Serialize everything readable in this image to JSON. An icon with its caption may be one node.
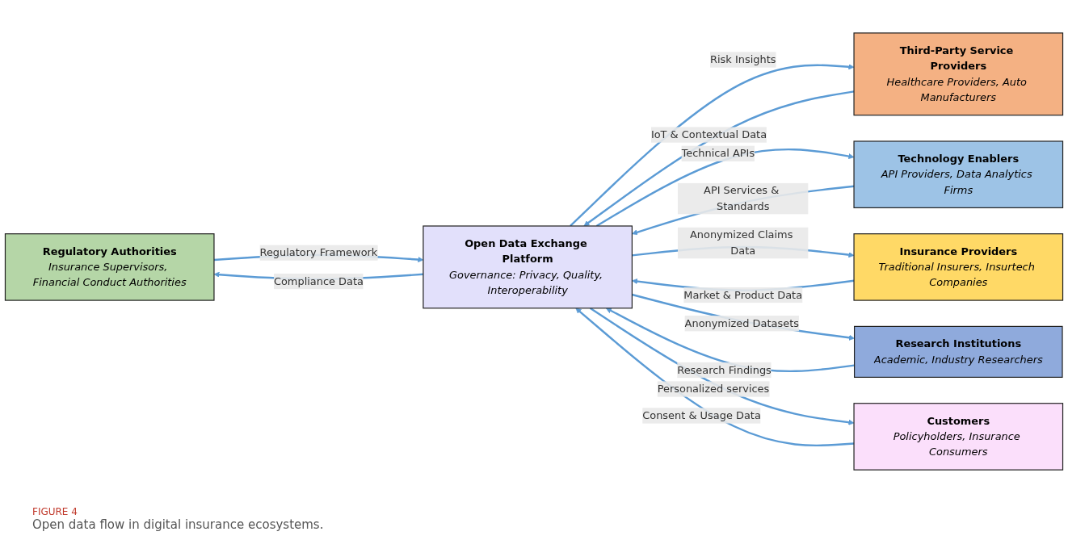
{
  "diagram": {
    "caption": "Open data flow in digital insurance ecosystems.",
    "nodes": [
      {
        "text": [
          "Regulatory Authorities",
          "Insurance Supervisors, Financial Conduct Authorities"
        ]
      },
      {
        "text": [
          "Insurance Providers",
          "Traditional Insurers, Insurtech Companies"
        ]
      },
      {
        "text": [
          "Third-Party Service Providers",
          "Healthcare Providers, Auto Manufacturers"
        ]
      },
      {
        "text": [
          "Open Data Exchange Platform",
          "Governance: Privacy, Quality, Interoperability"
        ]
      },
      {
        "text": [
          "Research Institutions",
          "Academic, Industry Researchers"
        ]
      },
      {
        "text": [
          "Technology Enablers",
          "API Providers, Data Analytics Firms"
        ]
      },
      {
        "text": [
          "Customers",
          "Policyholders, Insurance Consumers"
        ]
      }
    ],
    "edges": [
      {
        "from": 0,
        "to": 3,
        "label": "Regulatory Framework",
        "arrow": "to"
      },
      {
        "from": 3,
        "to": 0,
        "label": "Compliance Data",
        "arrow": "to"
      },
      {
        "from": 2,
        "to": 3,
        "label": "IoT & Contextual Data",
        "arrow": "to"
      },
      {
        "from": 3,
        "to": 2,
        "label": "Risk Insights",
        "arrow": "to"
      },
      {
        "from": 5,
        "to": 3,
        "label": "API Services & Standards",
        "arrow": "to"
      },
      {
        "from": 3,
        "to": 5,
        "label": "Technical APIs",
        "arrow": "to"
      },
      {
        "from": 3,
        "to": 1,
        "label": "Anonymized Claims Data",
        "arrow": "to"
      },
      {
        "from": 1,
        "to": 3,
        "label": "Market & Product Data",
        "arrow": "to"
      },
      {
        "from": 3,
        "to": 4,
        "label": "Anonymized Datasets",
        "arrow": "to"
      },
      {
        "from": 4,
        "to": 3,
        "label": "Research Findings",
        "arrow": "to"
      },
      {
        "from": 3,
        "to": 6,
        "label": "Personalized services",
        "arrow": "to"
      },
      {
        "from": 6,
        "to": 3,
        "label": "Consent & Usage Data",
        "arrow": "to"
      }
    ],
    "labels": [
      "FIGURE 4"
    ]
  }
}
